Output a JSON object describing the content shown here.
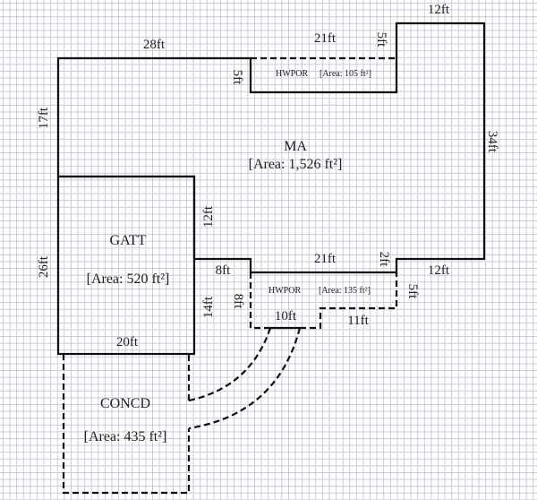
{
  "rooms": {
    "ma": {
      "name": "MA",
      "area": "[Area: 1,526 ft²]"
    },
    "gatt": {
      "name": "GATT",
      "area": "[Area: 520 ft²]"
    },
    "concd": {
      "name": "CONCD",
      "area": "[Area: 435 ft²]"
    },
    "hwpor_top": {
      "name": "HWPOR",
      "area": "[Area: 105 ft²]"
    },
    "hwpor_bottom": {
      "name": "HWPOR",
      "area": "[Area: 135 ft²]"
    }
  },
  "dimensions": {
    "top_left": "28ft",
    "top_porch": "21ft",
    "top_porch_step": "5ft",
    "porch_left": "5ft",
    "top_right": "12ft",
    "right_side": "34ft",
    "left_upper": "17ft",
    "left_lower": "26ft",
    "gatt_right_upper": "12ft",
    "gatt_bottom": "20ft",
    "step_8ft": "8ft",
    "gatt_right_lower": "14ft",
    "porch2_left": "8ft",
    "porch2_top": "21ft",
    "porch2_step": "2ft",
    "bottom_right": "12ft",
    "porch2_right": "5ft",
    "porch2_bottom_left": "10ft",
    "porch2_bottom_right": "11ft"
  },
  "colors": {
    "grid": "#c9c9d6",
    "line": "#111111"
  }
}
